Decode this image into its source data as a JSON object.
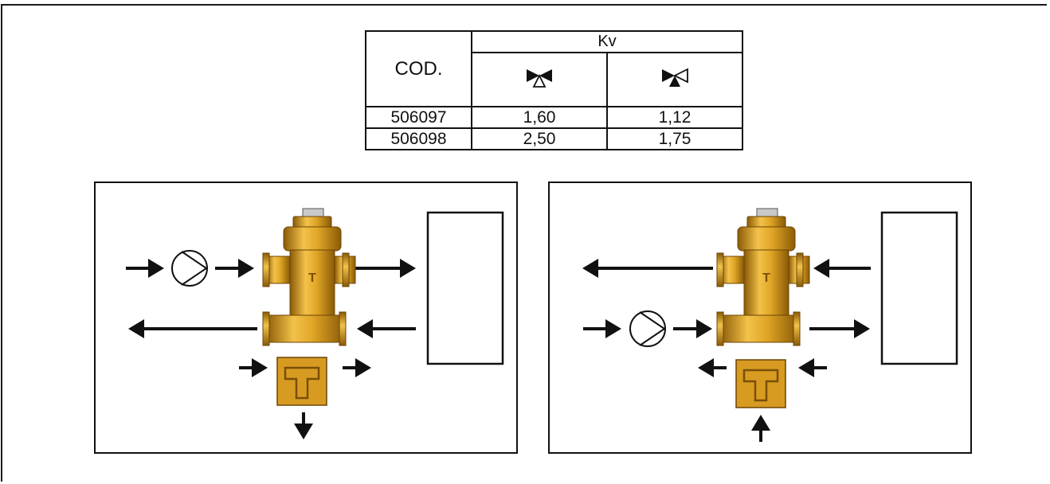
{
  "table": {
    "header_cod": "COD.",
    "header_kv": "Kv",
    "icons": [
      "two-way-valve-icon",
      "three-way-valve-icon"
    ],
    "rows": [
      {
        "cod": "506097",
        "kv1": "1,60",
        "kv2": "1,12"
      },
      {
        "cod": "506098",
        "kv1": "2,50",
        "kv2": "1,75"
      }
    ]
  },
  "diagrams": [
    {
      "id": "left",
      "pump_position": "supply-top",
      "bypass_flow": "outlet-bottom"
    },
    {
      "id": "right",
      "pump_position": "return-bottom",
      "bypass_flow": "inlet-bottom"
    }
  ],
  "colors": {
    "brass": "#e1a626",
    "brass_dark": "#9c6a0c",
    "line": "#111111"
  }
}
